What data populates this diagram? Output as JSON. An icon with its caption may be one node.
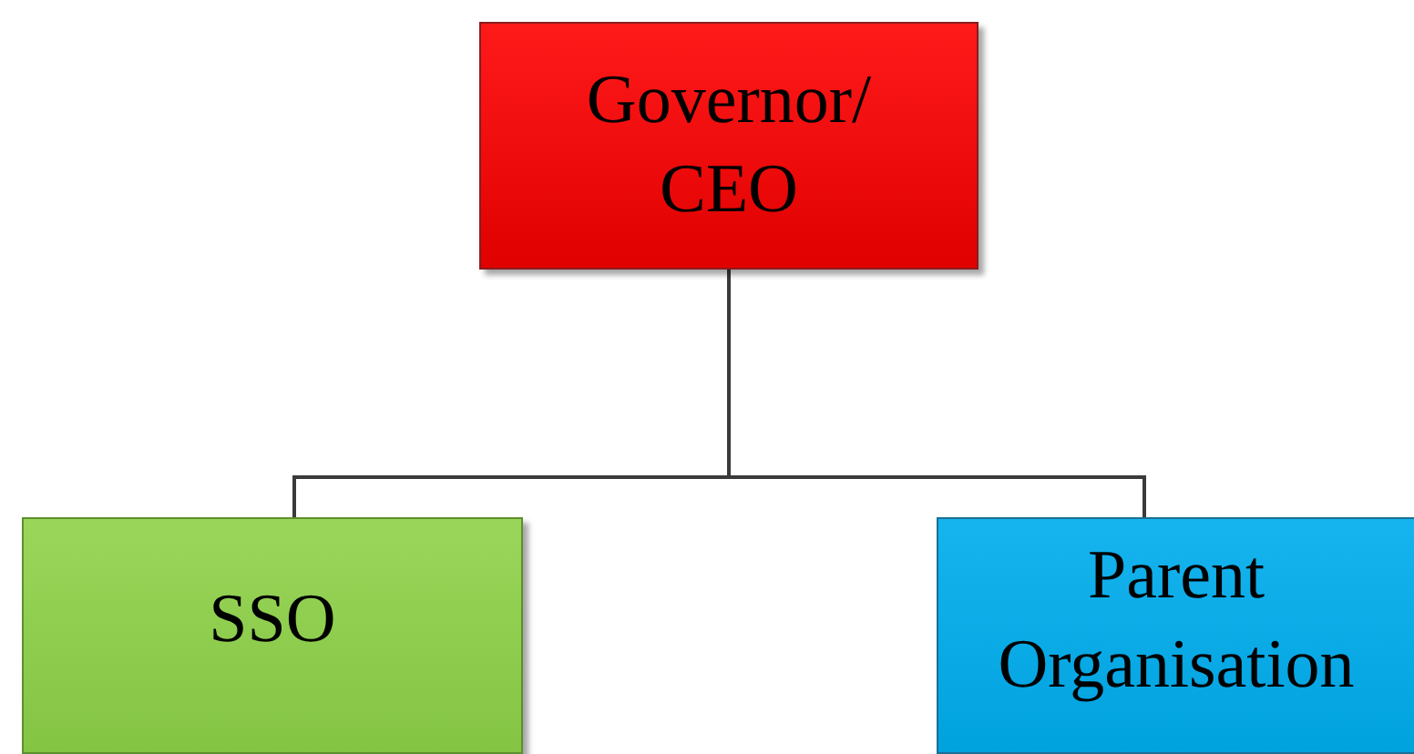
{
  "diagram": {
    "nodes": [
      {
        "text": [
          "Governor/ CEO"
        ]
      },
      {
        "text": [
          "SSO"
        ]
      },
      {
        "text": [
          "Parent Organisation"
        ]
      }
    ],
    "edges": [
      {
        "from": 0,
        "to": 1,
        "arrow": "none"
      },
      {
        "from": 0,
        "to": 2,
        "arrow": "none"
      }
    ]
  }
}
